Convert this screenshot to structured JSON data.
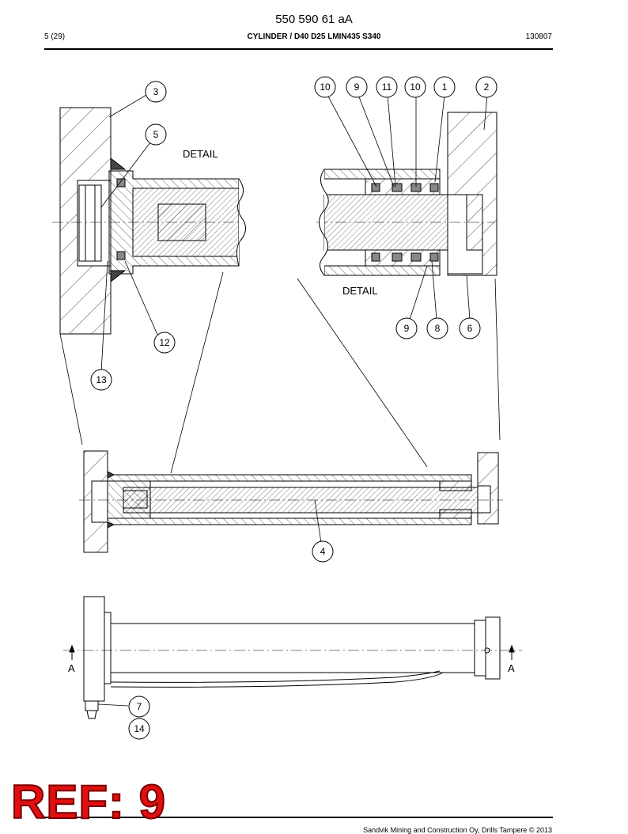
{
  "header": {
    "doc_number": "550 590 61 aA",
    "page": "5 (29)",
    "title": "CYLINDER / D40 D25 LMIN435 S340",
    "date": "130807"
  },
  "drawing": {
    "detail_label_left": "DETAIL",
    "detail_label_right": "DETAIL",
    "section_marker_left": "A",
    "section_marker_right": "A",
    "balloons": [
      "3",
      "5",
      "12",
      "13",
      "10",
      "9",
      "11",
      "10",
      "1",
      "2",
      "9",
      "8",
      "6",
      "4",
      "7",
      "14"
    ]
  },
  "footer": {
    "text": "Sandvik Mining and Construction Oy, Drills Tampere © 2013"
  },
  "stamp": {
    "text": "REF: 9",
    "color": "#e01010"
  }
}
